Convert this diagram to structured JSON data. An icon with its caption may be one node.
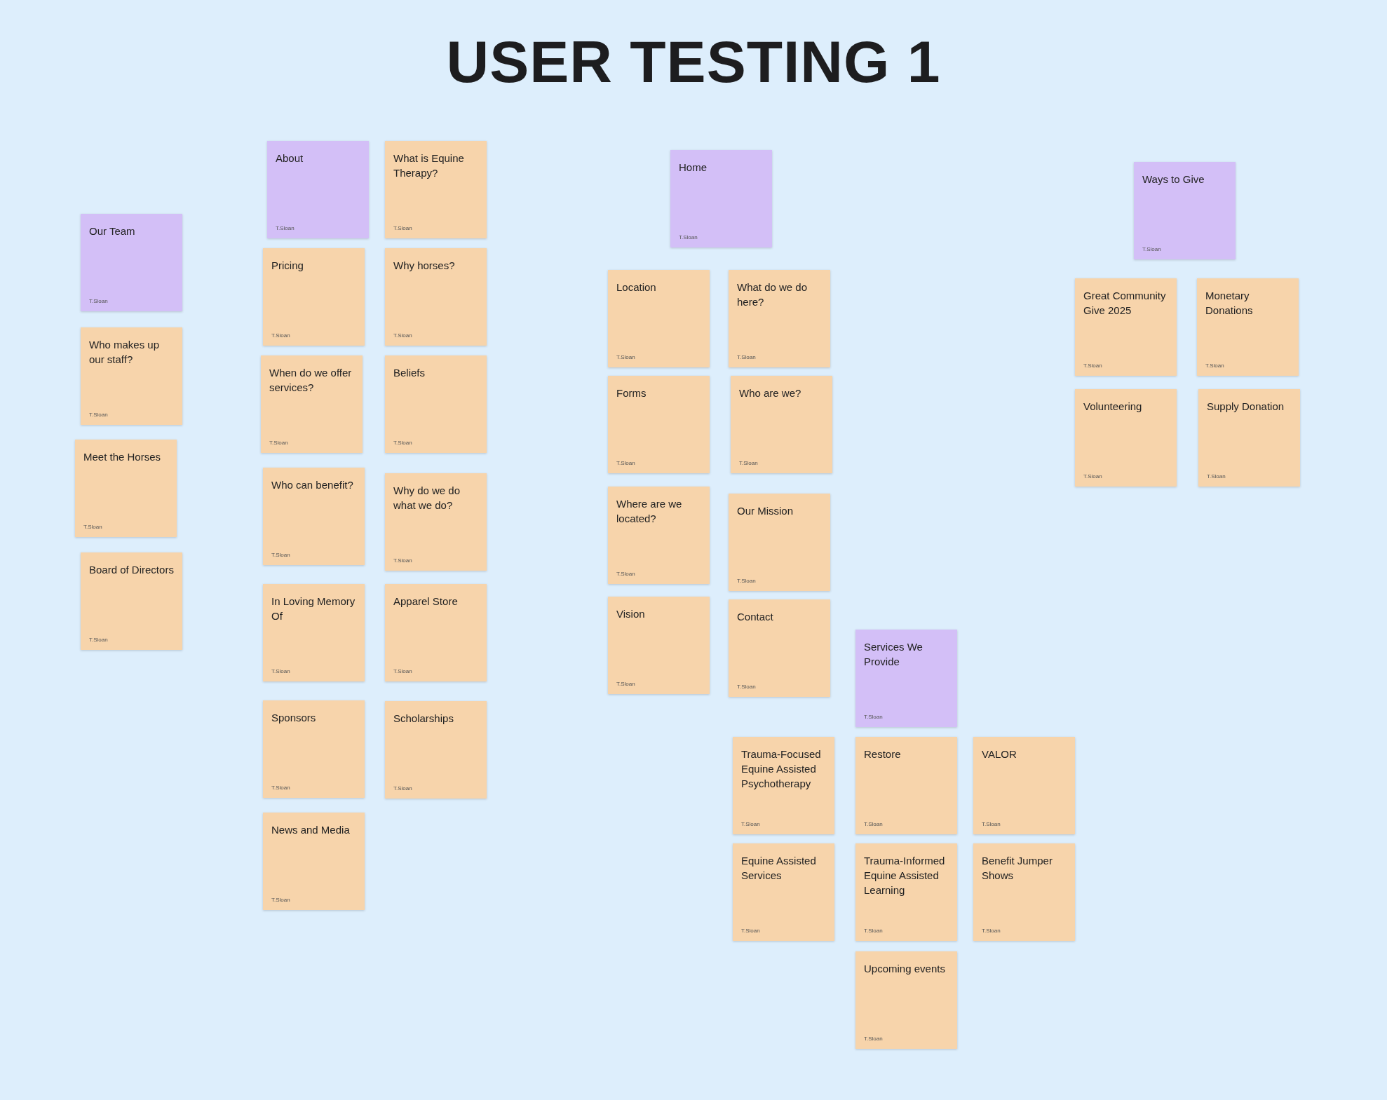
{
  "diagram": {
    "title": "USER TESTING 1",
    "nodes": [
      {
        "text": [
          "Our Team",
          "T.Sloan"
        ]
      },
      {
        "text": [
          "Who makes up our staff?",
          "T.Sloan"
        ]
      },
      {
        "text": [
          "Meet the Horses",
          "T.Sloan"
        ]
      },
      {
        "text": [
          "Board of Directors",
          "T.Sloan"
        ]
      },
      {
        "text": [
          "About",
          "T.Sloan"
        ]
      },
      {
        "text": [
          "What is Equine Therapy?",
          "T.Sloan"
        ]
      },
      {
        "text": [
          "Pricing",
          "T.Sloan"
        ]
      },
      {
        "text": [
          "Why horses?",
          "T.Sloan"
        ]
      },
      {
        "text": [
          "When do we offer services?",
          "T.Sloan"
        ]
      },
      {
        "text": [
          "Beliefs",
          "T.Sloan"
        ]
      },
      {
        "text": [
          "Who can benefit?",
          "T.Sloan"
        ]
      },
      {
        "text": [
          "Why do we do what we do?",
          "T.Sloan"
        ]
      },
      {
        "text": [
          "In Loving Memory Of",
          "T.Sloan"
        ]
      },
      {
        "text": [
          "Apparel Store",
          "T.Sloan"
        ]
      },
      {
        "text": [
          "Sponsors",
          "T.Sloan"
        ]
      },
      {
        "text": [
          "Scholarships",
          "T.Sloan"
        ]
      },
      {
        "text": [
          "News and Media",
          "T.Sloan"
        ]
      },
      {
        "text": [
          "Home",
          "T.Sloan"
        ]
      },
      {
        "text": [
          "Location",
          "T.Sloan"
        ]
      },
      {
        "text": [
          "What do we do here?",
          "T.Sloan"
        ]
      },
      {
        "text": [
          "Forms",
          "T.Sloan"
        ]
      },
      {
        "text": [
          "Who are we?",
          "T.Sloan"
        ]
      },
      {
        "text": [
          "Where are we located?",
          "T.Sloan"
        ]
      },
      {
        "text": [
          "Our Mission",
          "T.Sloan"
        ]
      },
      {
        "text": [
          "Vision",
          "T.Sloan"
        ]
      },
      {
        "text": [
          "Contact",
          "T.Sloan"
        ]
      },
      {
        "text": [
          "Ways to Give",
          "T.Sloan"
        ]
      },
      {
        "text": [
          "Great Community Give 2025",
          "T.Sloan"
        ]
      },
      {
        "text": [
          "Monetary Donations",
          "T.Sloan"
        ]
      },
      {
        "text": [
          "Volunteering",
          "T.Sloan"
        ]
      },
      {
        "text": [
          "Supply Donation",
          "T.Sloan"
        ]
      },
      {
        "text": [
          "Services We Provide",
          "T.Sloan"
        ]
      },
      {
        "text": [
          "Trauma-Focused Equine Assisted Psychotherapy",
          "T.Sloan"
        ]
      },
      {
        "text": [
          "Restore",
          "T.Sloan"
        ]
      },
      {
        "text": [
          "VALOR",
          "T.Sloan"
        ]
      },
      {
        "text": [
          "Equine Assisted Services",
          "T.Sloan"
        ]
      },
      {
        "text": [
          "Trauma-Informed Equine Assisted Learning",
          "T.Sloan"
        ]
      },
      {
        "text": [
          "Benefit Jumper Shows",
          "T.Sloan"
        ]
      },
      {
        "text": [
          "Upcoming events",
          "T.Sloan"
        ]
      }
    ]
  }
}
